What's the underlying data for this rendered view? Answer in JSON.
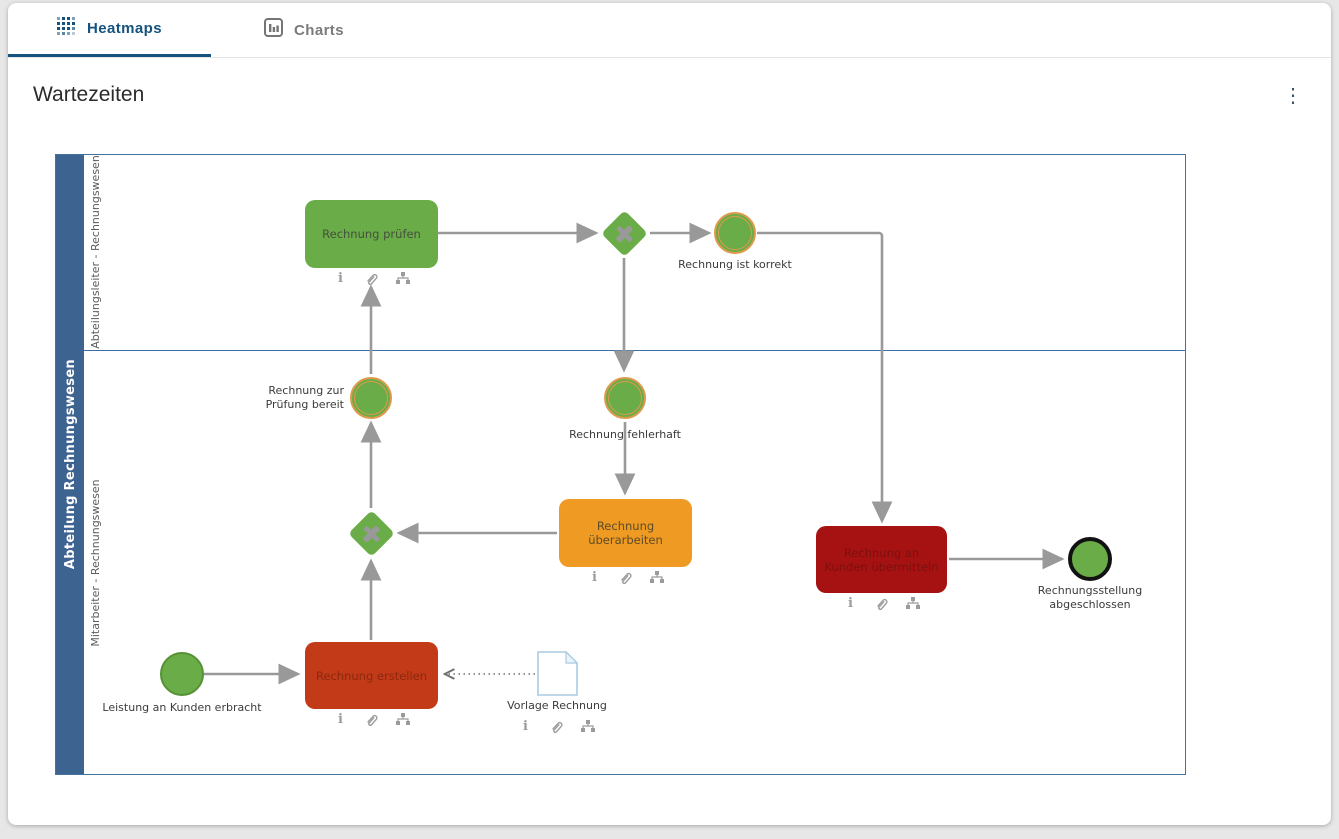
{
  "header": {
    "tabs": [
      {
        "label": "Heatmaps",
        "icon": "heatmap-grid-icon",
        "active": true
      },
      {
        "label": "Charts",
        "icon": "bar-chart-icon",
        "active": false
      }
    ],
    "title": "Wartezeiten",
    "menu_glyph": "⋮"
  },
  "diagram": {
    "pool_label": "Abteilung Rechnungswesen",
    "lanes": [
      {
        "label": "Abteilungsleiter - Rechnungswesen"
      },
      {
        "label": "Mitarbeiter - Rechnungswesen"
      }
    ],
    "tasks": [
      {
        "label": "Rechnung prüfen",
        "heat": "green",
        "color": "#6aad48",
        "lane": "Abteilungsleiter - Rechnungswesen"
      },
      {
        "label": "Rechnung überarbeiten",
        "heat": "orange",
        "color": "#ee9a23",
        "lane": "Mitarbeiter - Rechnungswesen"
      },
      {
        "label": "Rechnung an Kunden übermitteln",
        "heat": "dark-red",
        "color": "#a61212",
        "lane": "Mitarbeiter - Rechnungswesen"
      },
      {
        "label": "Rechnung erstellen",
        "heat": "red",
        "color": "#c23a18",
        "lane": "Mitarbeiter - Rechnungswesen"
      }
    ],
    "events": [
      {
        "label": "Rechnung ist korrekt",
        "type": "intermediate"
      },
      {
        "label": "Rechnung zur Prüfung bereit",
        "type": "intermediate"
      },
      {
        "label": "Rechnung fehlerhaft",
        "type": "intermediate"
      },
      {
        "label": "Leistung an Kunden erbracht",
        "type": "start"
      },
      {
        "label": "Rechnungsstellung abgeschlossen",
        "type": "end"
      }
    ],
    "gateways": [
      {
        "type": "exclusive-x",
        "lane": "Abteilungsleiter - Rechnungswesen"
      },
      {
        "type": "exclusive-x",
        "lane": "Mitarbeiter - Rechnungswesen"
      }
    ],
    "data_object": {
      "label": "Vorlage Rechnung"
    },
    "node_icons": [
      "info-icon",
      "attachment-icon",
      "hierarchy-icon"
    ],
    "colors": {
      "pool_bar": "#3d6391",
      "lane_border": "#3a6ea5",
      "heat_green": "#6aad48",
      "heat_orange": "#ee9a23",
      "heat_red": "#c23a18",
      "heat_dark_red": "#a61212",
      "event_ring_orange": "#dd9a4c",
      "connector_gray": "#999999",
      "tab_active_blue": "#15537f"
    }
  }
}
